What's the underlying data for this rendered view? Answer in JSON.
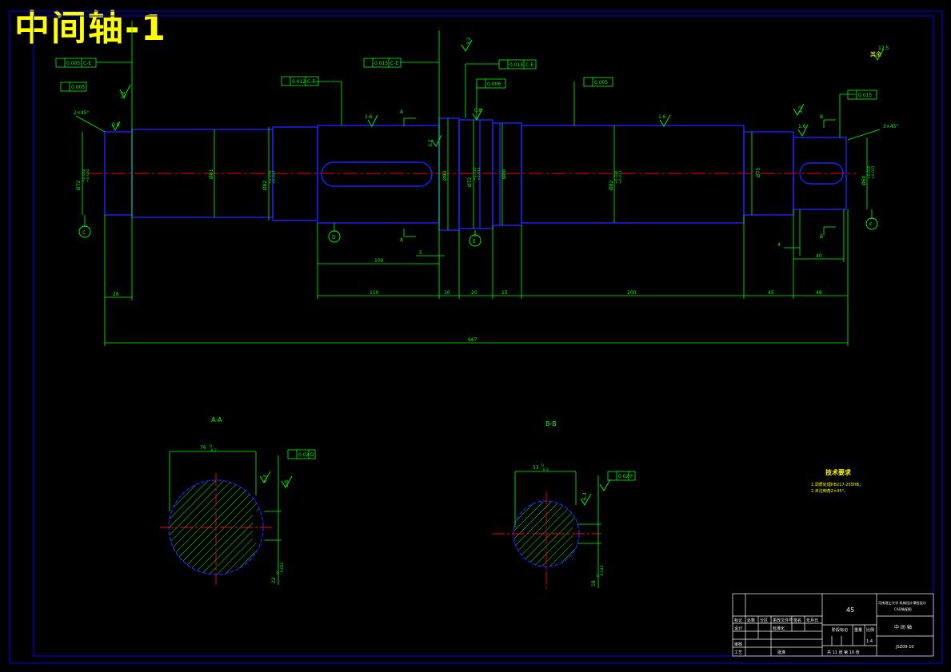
{
  "title": "中间轴-1",
  "dims": {
    "d_c": "Ø72",
    "d_c_tol": "+0.032\n+0.002",
    "d_body1": "Ø81",
    "d_seat1": "Ø82",
    "d_seat1_tol": "+0.072\n+0.037",
    "d_collar": "Ø90",
    "d_e": "Ø72",
    "d_e_tol": "+0.030\n+0.011",
    "d_mid": "Ø80",
    "d_seat2": "Ø82",
    "d_seat2_tol": "+0.030\n+0.011",
    "d_right1": "Ø75",
    "d_f": "Ø60",
    "d_f_tol": "+0.030\n+0.011",
    "len_26": "26",
    "len_110": "110",
    "len_100": "100",
    "len_5": "5",
    "len_10": "10",
    "len_20": "20",
    "len_15": "15",
    "len_200": "200",
    "len_45": "45",
    "len_48": "48",
    "len_40": "40",
    "len_4": "4",
    "len_total": "667",
    "chamfer_left": "2×45°",
    "chamfer_right": "3×45°"
  },
  "tolerances": {
    "t1": "0.005",
    "t1_ref": "C-E",
    "t2": "0.005",
    "t3": "0.012",
    "t3_ref": "C-E",
    "t4": "0.015",
    "t4_ref": "C-E",
    "t5": "0.015",
    "t5_ref": "C-E",
    "t6": "0.006",
    "t7": "0.005",
    "t8": "0.015"
  },
  "roughness": {
    "r_08a": "0.8",
    "r_16a": "1.6",
    "r_16b": "1.6",
    "r_16c": "1.6",
    "r_16d": "1.6",
    "r_08b": "0.8",
    "r_32a": "3.2",
    "r_32b": "3.2",
    "r_32c": "3.2",
    "r_32d": "3.2",
    "r_63a": "6.3",
    "r_63b": "6.3",
    "r_125": "12.5",
    "r_rest": "其余"
  },
  "datums": {
    "c": "C",
    "d": "D",
    "e": "E",
    "f": "F"
  },
  "section_marks": {
    "a": "A",
    "b": "B"
  },
  "sections": {
    "aa_title": "A-A",
    "aa_width": "76",
    "aa_width_tol": "0\n-0.2",
    "aa_key": "22",
    "aa_key_tol": "0\n-0.052",
    "aa_sym": "0.02",
    "aa_sym_ref": "D",
    "bb_title": "B-B",
    "bb_width": "53",
    "bb_width_tol": "0\n-0.2",
    "bb_key": "18",
    "bb_key_tol": "0\n-0.043",
    "bb_sym": "0.02",
    "bb_sym_ref": "F"
  },
  "notes": {
    "heading": "技术要求",
    "line1": "1.调质处理HB217-255HB；",
    "line2": "2.未注倒角2×45°。"
  },
  "title_block": {
    "material": "45",
    "school_line1": "河南理工大学 机械设计课程设计",
    "school_line2": "CAD装配图",
    "part_name": "中 间 轴",
    "drawing_no": "JSZ09-10",
    "scale": "1:4",
    "sheets": "共 11 张  第 10 张",
    "h_mark": "标记",
    "h_count": "处数",
    "h_zone": "分区",
    "h_doc": "更改文件号",
    "h_sign": "签名",
    "h_date": "年月日",
    "h_design": "设计",
    "h_check": "审核",
    "h_process": "工艺",
    "h_approve": "批准",
    "h_std": "标准化",
    "h_stage": "阶段标记",
    "h_weight": "重量",
    "h_ratio": "比例"
  }
}
